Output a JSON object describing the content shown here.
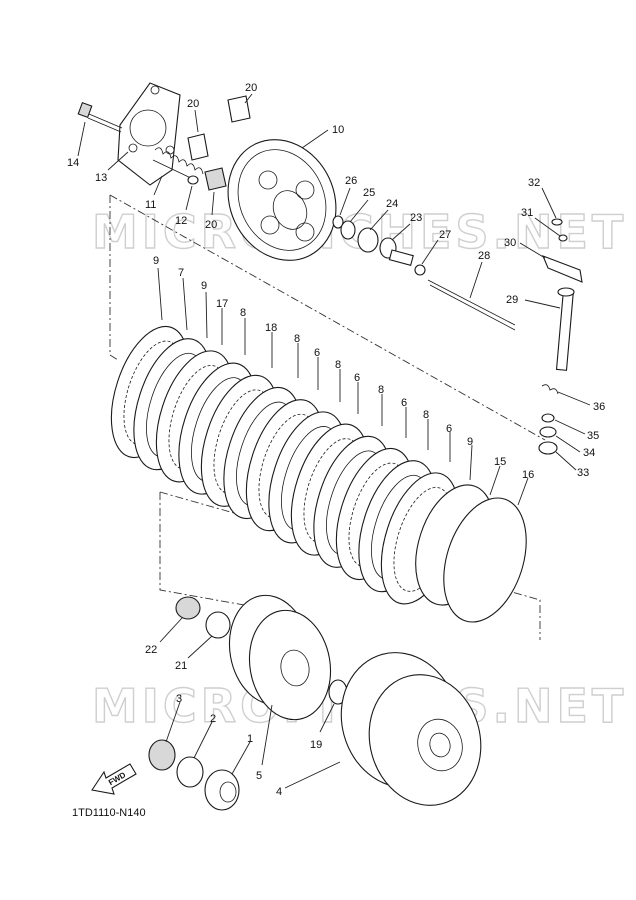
{
  "diagram": {
    "drawing_code": "1TD1110-N140",
    "direction_label": "FWD",
    "watermarks": [
      "MICROFICHES.NET",
      "MICROFICHES.NET"
    ],
    "callouts": [
      {
        "id": "c20a",
        "label": "20"
      },
      {
        "id": "c20b",
        "label": "20"
      },
      {
        "id": "c20c",
        "label": "20"
      },
      {
        "id": "c10",
        "label": "10"
      },
      {
        "id": "c14",
        "label": "14"
      },
      {
        "id": "c13",
        "label": "13"
      },
      {
        "id": "c11",
        "label": "11"
      },
      {
        "id": "c12",
        "label": "12"
      },
      {
        "id": "c26",
        "label": "26"
      },
      {
        "id": "c25",
        "label": "25"
      },
      {
        "id": "c24",
        "label": "24"
      },
      {
        "id": "c23",
        "label": "23"
      },
      {
        "id": "c27",
        "label": "27"
      },
      {
        "id": "c28",
        "label": "28"
      },
      {
        "id": "c32",
        "label": "32"
      },
      {
        "id": "c31",
        "label": "31"
      },
      {
        "id": "c30",
        "label": "30"
      },
      {
        "id": "c29",
        "label": "29"
      },
      {
        "id": "c36",
        "label": "36"
      },
      {
        "id": "c35",
        "label": "35"
      },
      {
        "id": "c34",
        "label": "34"
      },
      {
        "id": "c33",
        "label": "33"
      },
      {
        "id": "c9a",
        "label": "9"
      },
      {
        "id": "c7",
        "label": "7"
      },
      {
        "id": "c9b",
        "label": "9"
      },
      {
        "id": "c17",
        "label": "17"
      },
      {
        "id": "c8a",
        "label": "8"
      },
      {
        "id": "c18",
        "label": "18"
      },
      {
        "id": "c8b",
        "label": "8"
      },
      {
        "id": "c6a",
        "label": "6"
      },
      {
        "id": "c8c",
        "label": "8"
      },
      {
        "id": "c6b",
        "label": "6"
      },
      {
        "id": "c8d",
        "label": "8"
      },
      {
        "id": "c6c",
        "label": "6"
      },
      {
        "id": "c8e",
        "label": "8"
      },
      {
        "id": "c6d",
        "label": "6"
      },
      {
        "id": "c9c",
        "label": "9"
      },
      {
        "id": "c15",
        "label": "15"
      },
      {
        "id": "c16",
        "label": "16"
      },
      {
        "id": "c22",
        "label": "22"
      },
      {
        "id": "c21",
        "label": "21"
      },
      {
        "id": "c3",
        "label": "3"
      },
      {
        "id": "c2",
        "label": "2"
      },
      {
        "id": "c1",
        "label": "1"
      },
      {
        "id": "c19",
        "label": "19"
      },
      {
        "id": "c5",
        "label": "5"
      },
      {
        "id": "c4",
        "label": "4"
      }
    ]
  }
}
